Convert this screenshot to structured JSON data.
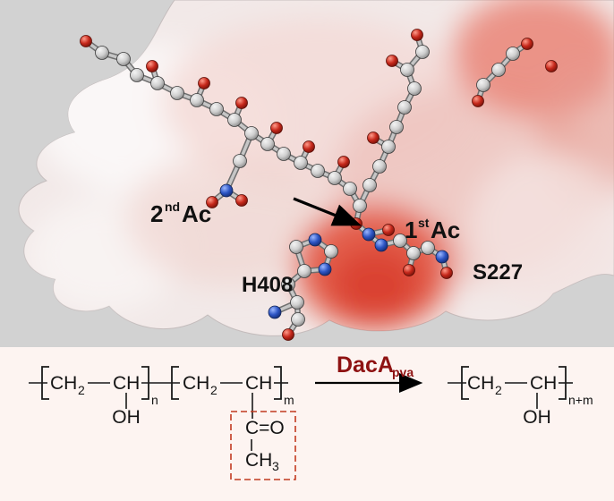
{
  "figure": {
    "molecular_panel": {
      "ac2": {
        "num": "2",
        "sup": "nd",
        "label": "Ac"
      },
      "ac1": {
        "num": "1",
        "sup": "st",
        "label": "Ac"
      },
      "his_label": "H408",
      "ser_label": "S227"
    },
    "reaction_panel": {
      "enzyme": "DacA",
      "enzyme_sub": "pva",
      "unit1": {
        "ch2": "CH",
        "sub2": "2",
        "ch": "CH",
        "repeat": "n",
        "oh": "OH"
      },
      "unit2": {
        "ch2": "CH",
        "sub2": "2",
        "ch": "CH",
        "repeat": "m"
      },
      "acetyl": {
        "carbonyl": "C=O",
        "methyl": "CH",
        "methyl_sub": "3"
      },
      "product": {
        "ch2": "CH",
        "sub2": "2",
        "ch": "CH",
        "repeat": "n+m",
        "oh": "OH"
      }
    },
    "colors": {
      "background_gray": "#d2d2d2",
      "panel_pink": "#fdf4f1",
      "surface_red": "#e2574a",
      "carbon": "#cccccc",
      "oxygen": "#c62a1c",
      "nitrogen": "#2d55c4",
      "enzyme_label": "#8e1212",
      "acetyl_box": "#c23a20",
      "label_text": "#111111"
    }
  }
}
